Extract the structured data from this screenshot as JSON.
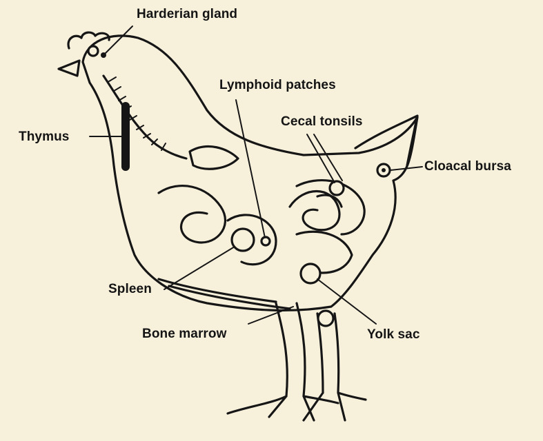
{
  "labels": {
    "harderian": "Harderian gland",
    "lymphoid": "Lymphoid patches",
    "cecal": "Cecal tonsils",
    "thymus": "Thymus",
    "bursa": "Cloacal bursa",
    "spleen": "Spleen",
    "bone_marrow": "Bone marrow",
    "yolk_sac": "Yolk sac"
  },
  "colors": {
    "ink": "#161616",
    "paper": "#f7f1dc"
  }
}
